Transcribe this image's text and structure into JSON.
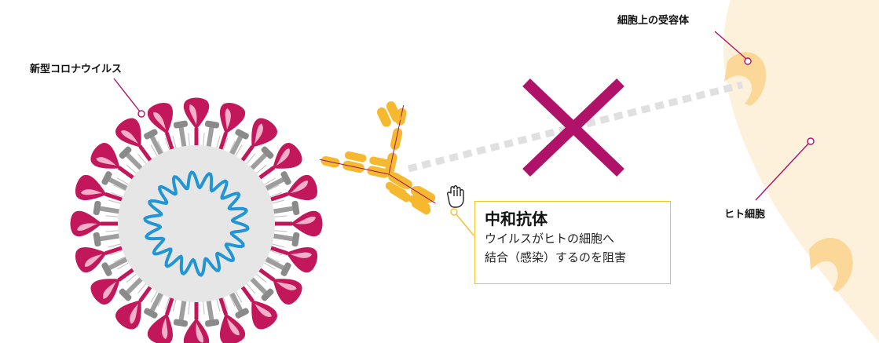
{
  "labels": {
    "virus": "新型コロナウイルス",
    "receptor": "細胞上の受容体",
    "human_cell": "ヒト細胞"
  },
  "callout": {
    "title": "中和抗体",
    "line1": "ウイルスがヒトの細胞へ",
    "line2": "結合（感染）するのを阻害"
  },
  "colors": {
    "spike": "#c2185b",
    "spike_light": "#f3b0c8",
    "rna": "#2196d3",
    "virus_body": "#e6e6e6",
    "antibody": "#f5b82e",
    "cell": "#fdf1db",
    "receptor": "#fcd898",
    "cross": "#b0126a",
    "dots": "#e0e0e0"
  },
  "icons": [
    "hand-cursor-icon",
    "cross-mark-icon"
  ]
}
